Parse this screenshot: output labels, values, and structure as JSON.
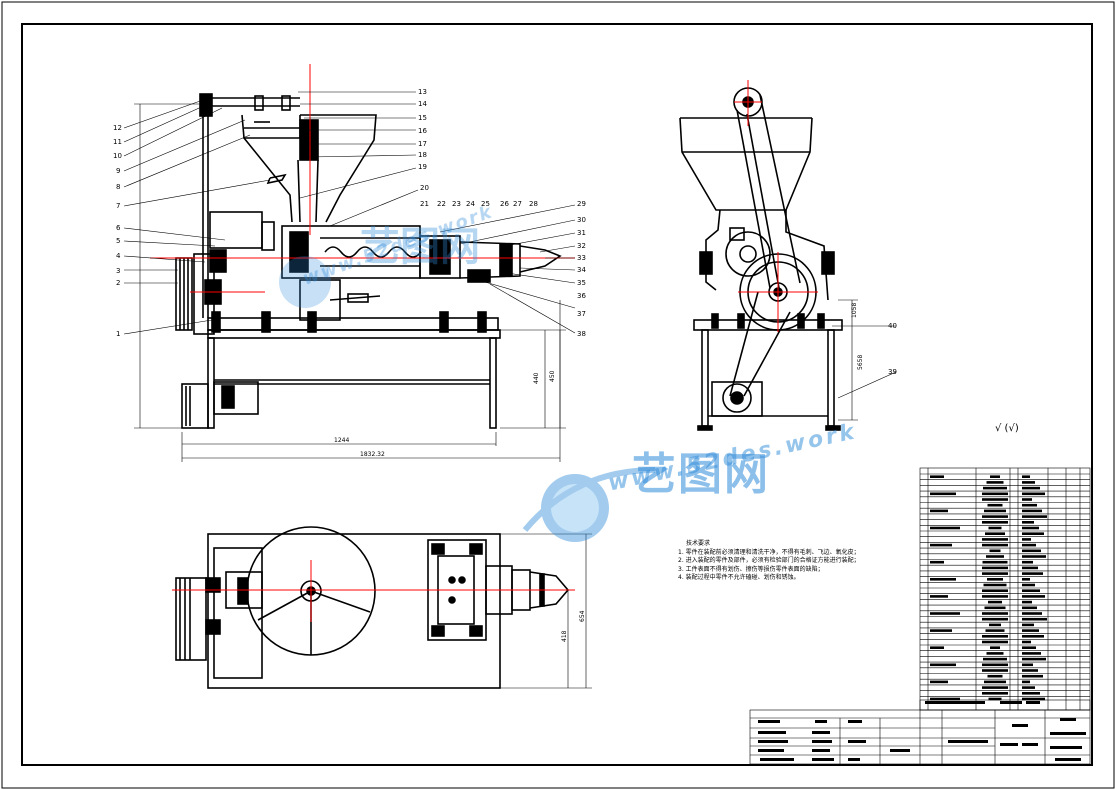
{
  "balloons_left": [
    "1",
    "2",
    "3",
    "4",
    "5",
    "6",
    "7",
    "8",
    "9",
    "10",
    "11",
    "12"
  ],
  "balloons_top": [
    "13",
    "14",
    "15",
    "16",
    "17",
    "18",
    "19",
    "20",
    "21",
    "22",
    "23",
    "24",
    "25",
    "26",
    "27",
    "28",
    "29"
  ],
  "balloons_right": [
    "30",
    "31",
    "32",
    "33",
    "34",
    "35",
    "36",
    "37",
    "38"
  ],
  "balloon_side_39": "39",
  "balloon_side_40": "40",
  "dims": {
    "table_height_a": "440",
    "table_height_b": "450",
    "frame_length": "1244",
    "overall_length": "1832.32",
    "plan_width": "654",
    "plan_inner": "418",
    "side_height": "5658",
    "side_small": "1058"
  },
  "roughness": "√ (√)",
  "notes": {
    "heading": "技术要求",
    "items": [
      "1. 零件在装配前必须清理和清洗干净，不得有毛刺、飞边、氧化皮；",
      "2. 进入装配的零件及部件，必须有检验部门的合格证方能进行装配；",
      "3. 工件表面不得有划伤、擦伤等损伤零件表面的缺陷；",
      "4. 装配过程中零件不允许磕碰、划伤和锈蚀。"
    ]
  },
  "watermark": {
    "brand": "艺图网",
    "url": "www.52des.work"
  },
  "colors": {
    "line": "#000000",
    "center_line": "#ff0000",
    "watermark": "#2f8bd9"
  }
}
